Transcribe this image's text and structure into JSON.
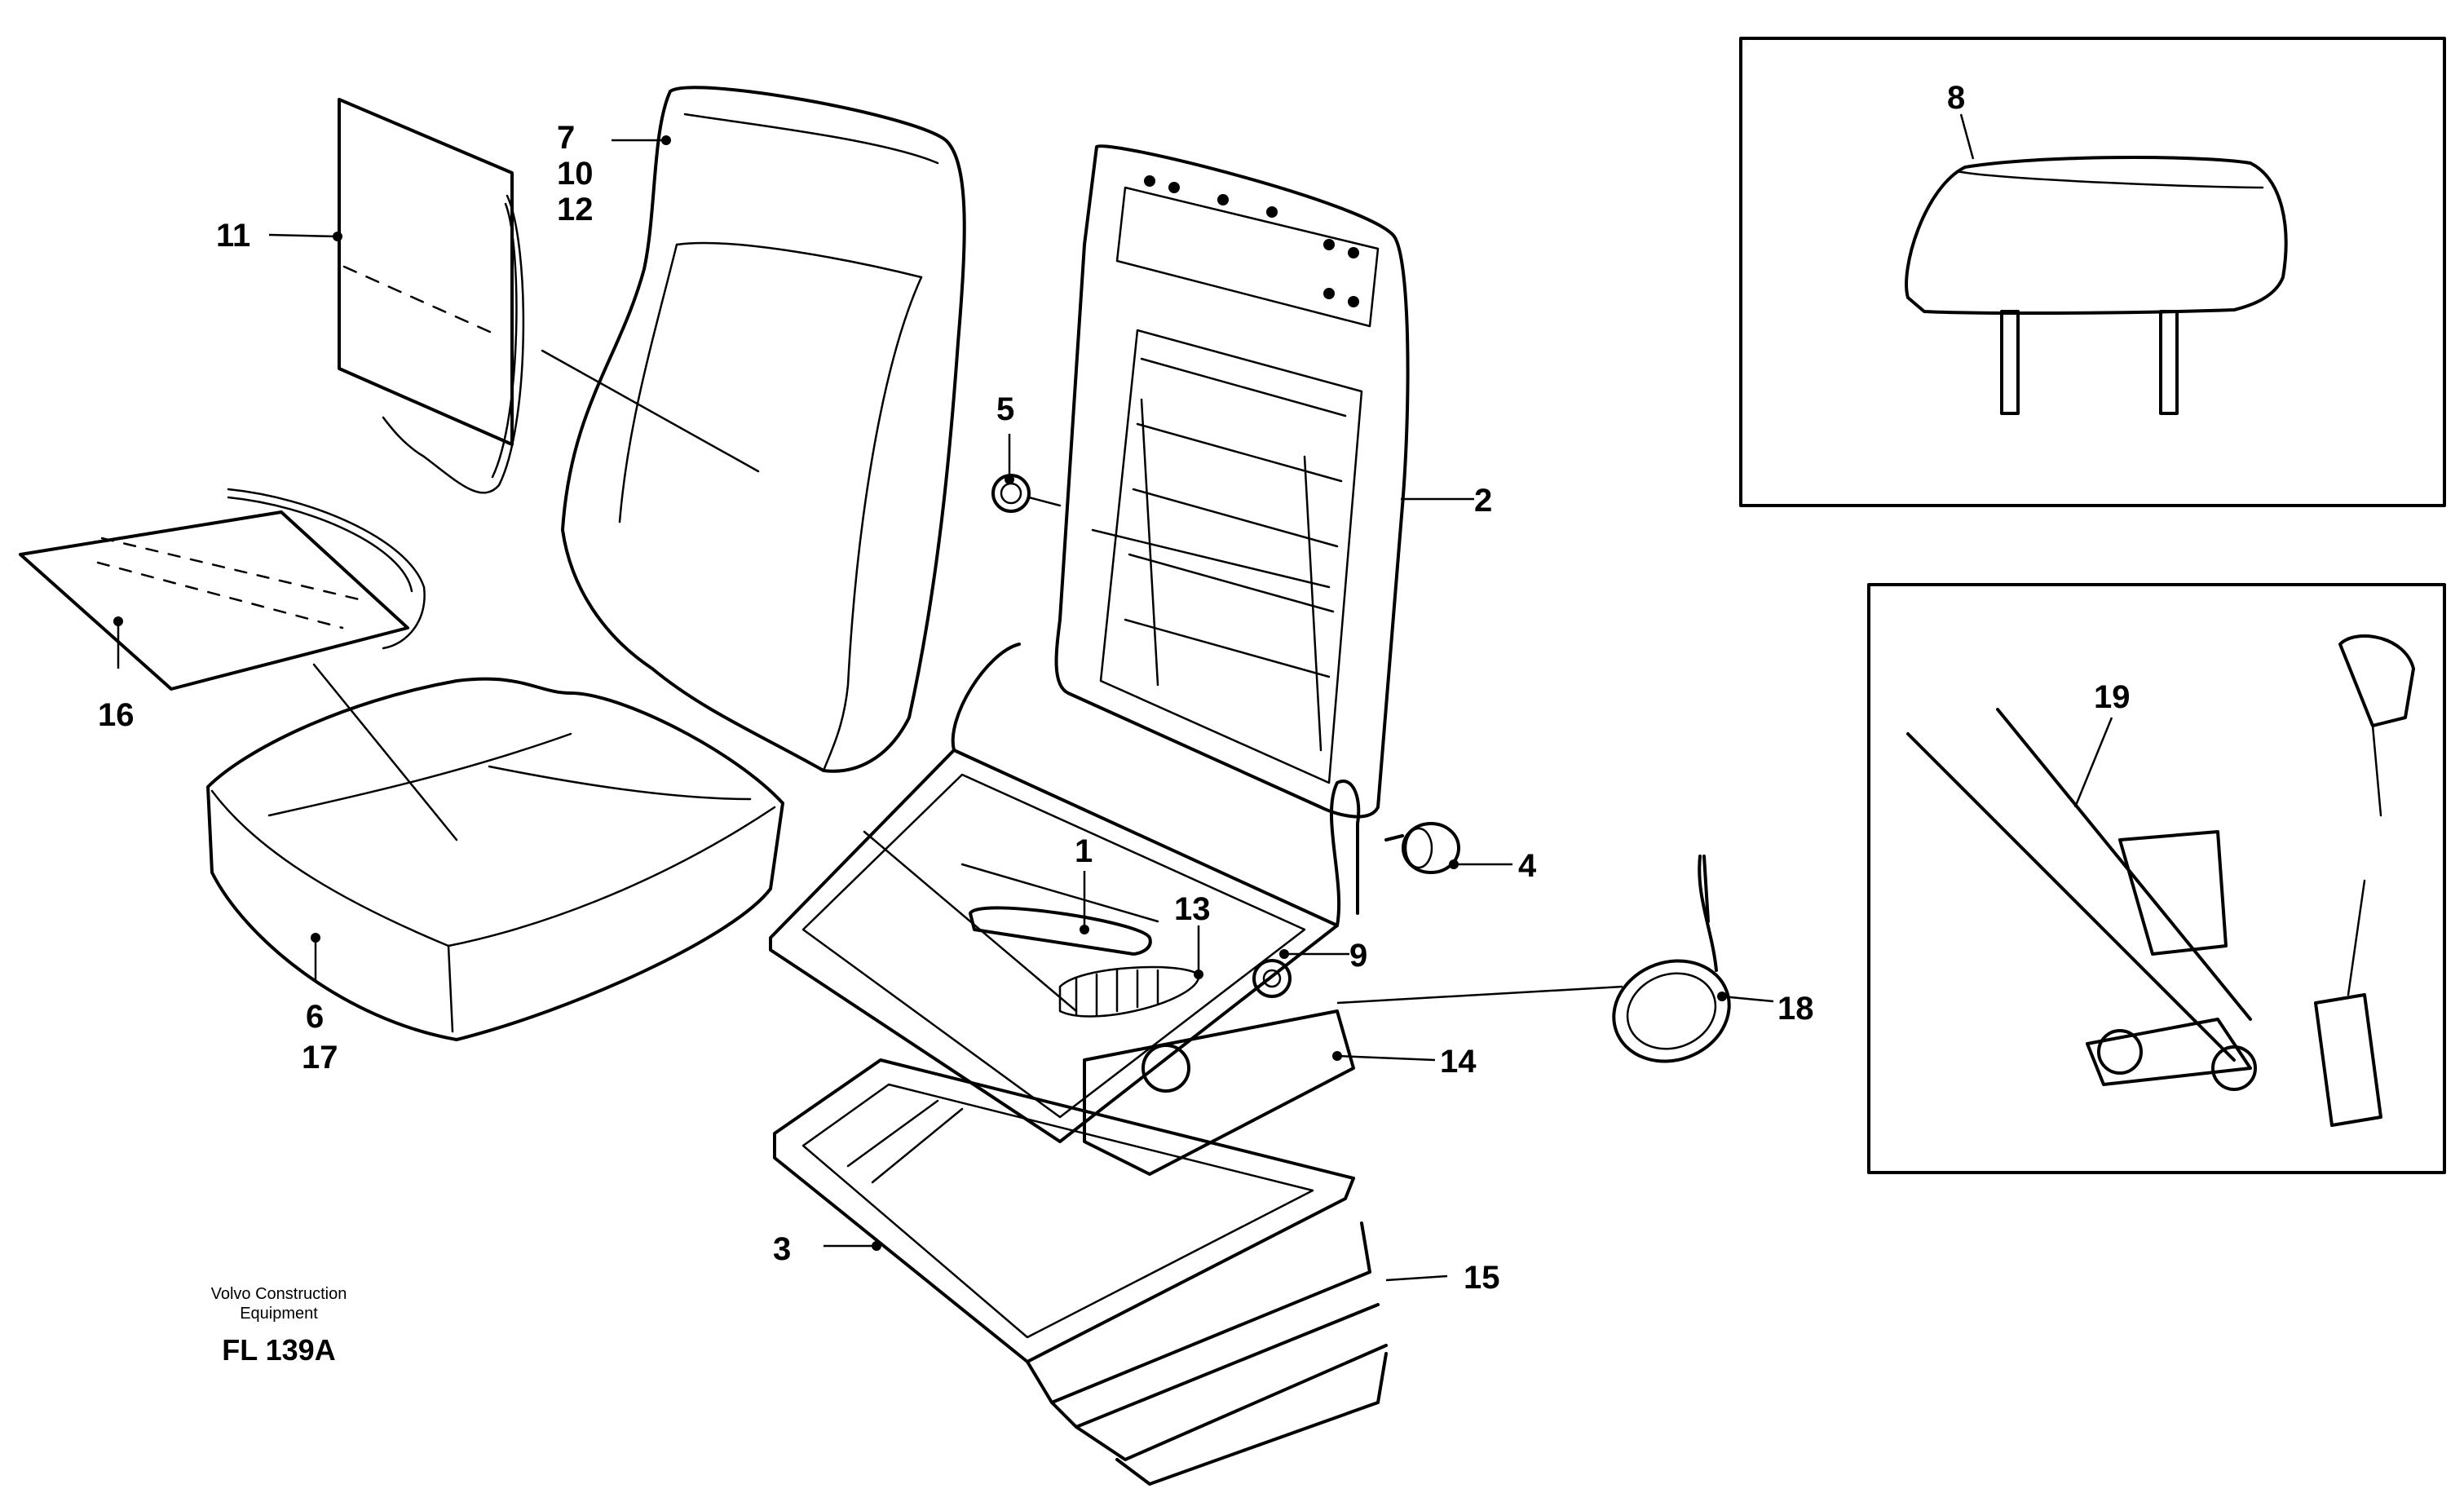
{
  "caption": {
    "company_line1": "Volvo Construction",
    "company_line2": "Equipment",
    "figure_code": "FL 139A"
  },
  "callouts": {
    "c1": "1",
    "c2": "2",
    "c3": "3",
    "c4": "4",
    "c5": "5",
    "c6": "6",
    "c7": "7",
    "c8": "8",
    "c9": "9",
    "c10a": "10",
    "c11": "11",
    "c12": "12",
    "c13": "13",
    "c14": "14",
    "c15": "15",
    "c16": "16",
    "c17": "17",
    "c18": "18",
    "c19": "19"
  },
  "icons": [
    "headrest-detail-icon",
    "seat-belt-detail-icon",
    "seat-frame-icon",
    "cable-tie-icon"
  ]
}
